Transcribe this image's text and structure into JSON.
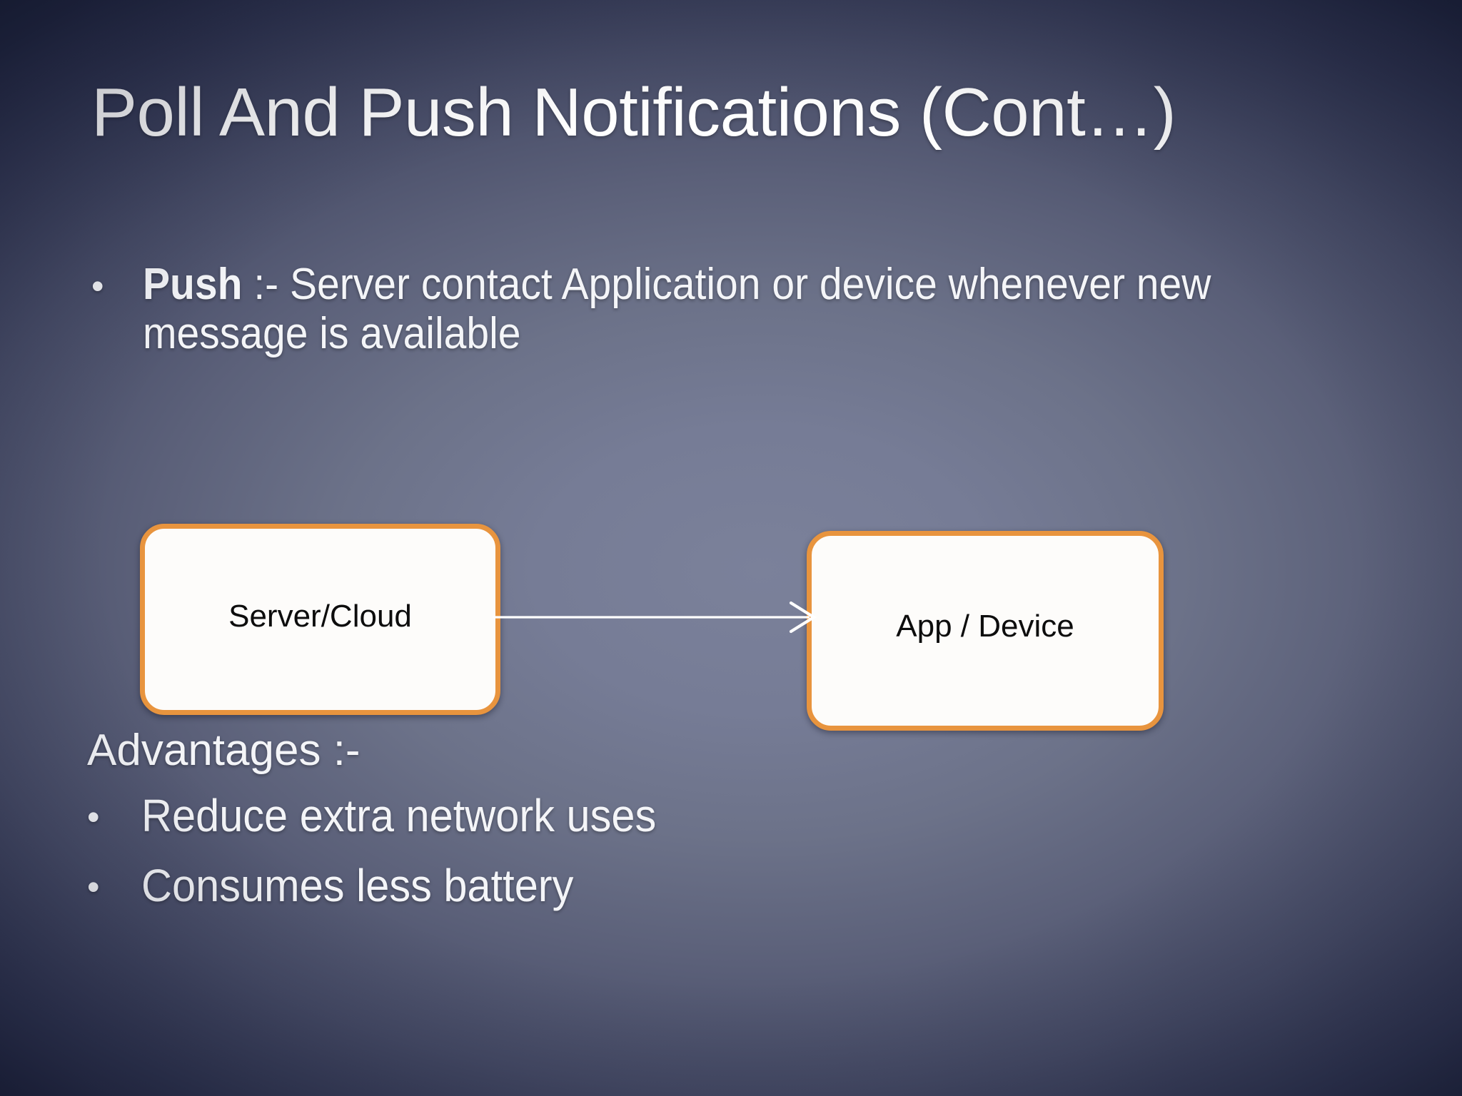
{
  "slide": {
    "title": "Poll And Push Notifications (Cont…)",
    "background": {
      "center_color": "#767c96",
      "corner_color": "#181d33",
      "style": "radial-gradient"
    },
    "text_color": "#f4f5f8"
  },
  "body": {
    "bullets": [
      {
        "marker": "•",
        "lead": "Push",
        "lead_bold": true,
        "text": " :- Server contact Application or device whenever new message is available"
      }
    ]
  },
  "diagram": {
    "accent_color": "#e8943e",
    "fill_color": "#fdfcfa",
    "label_color": "#0d0d0d",
    "arrow_color": "#ffffff",
    "nodes": [
      {
        "id": "server",
        "label": "Server/Cloud"
      },
      {
        "id": "device",
        "label": "App / Device"
      }
    ],
    "edges": [
      {
        "from": "server",
        "to": "device",
        "direction": "right",
        "label": ""
      }
    ]
  },
  "advantages": {
    "heading": "Advantages :-",
    "marker": "•",
    "items": [
      {
        "text": "Reduce extra network uses"
      },
      {
        "text": "Consumes less battery"
      }
    ]
  }
}
